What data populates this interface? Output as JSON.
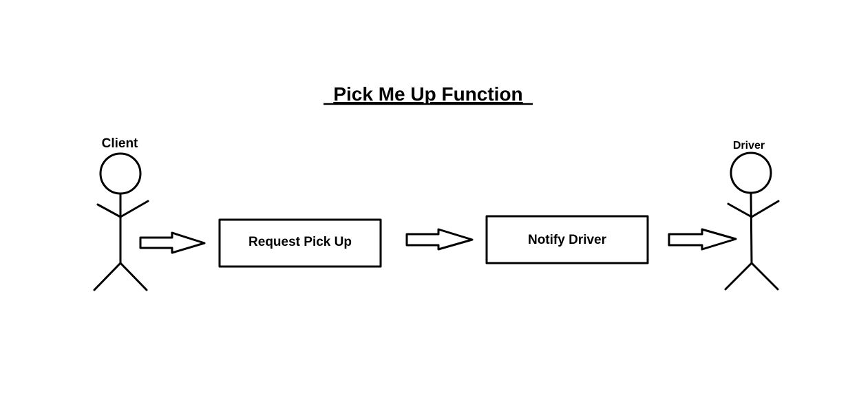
{
  "title": "Pick Me Up Function",
  "actors": {
    "client": {
      "label": "Client"
    },
    "driver": {
      "label": "Driver"
    }
  },
  "steps": [
    {
      "label": "Request Pick Up"
    },
    {
      "label": "Notify Driver"
    }
  ],
  "colors": {
    "background": "#ffffff",
    "stroke": "#000000"
  }
}
